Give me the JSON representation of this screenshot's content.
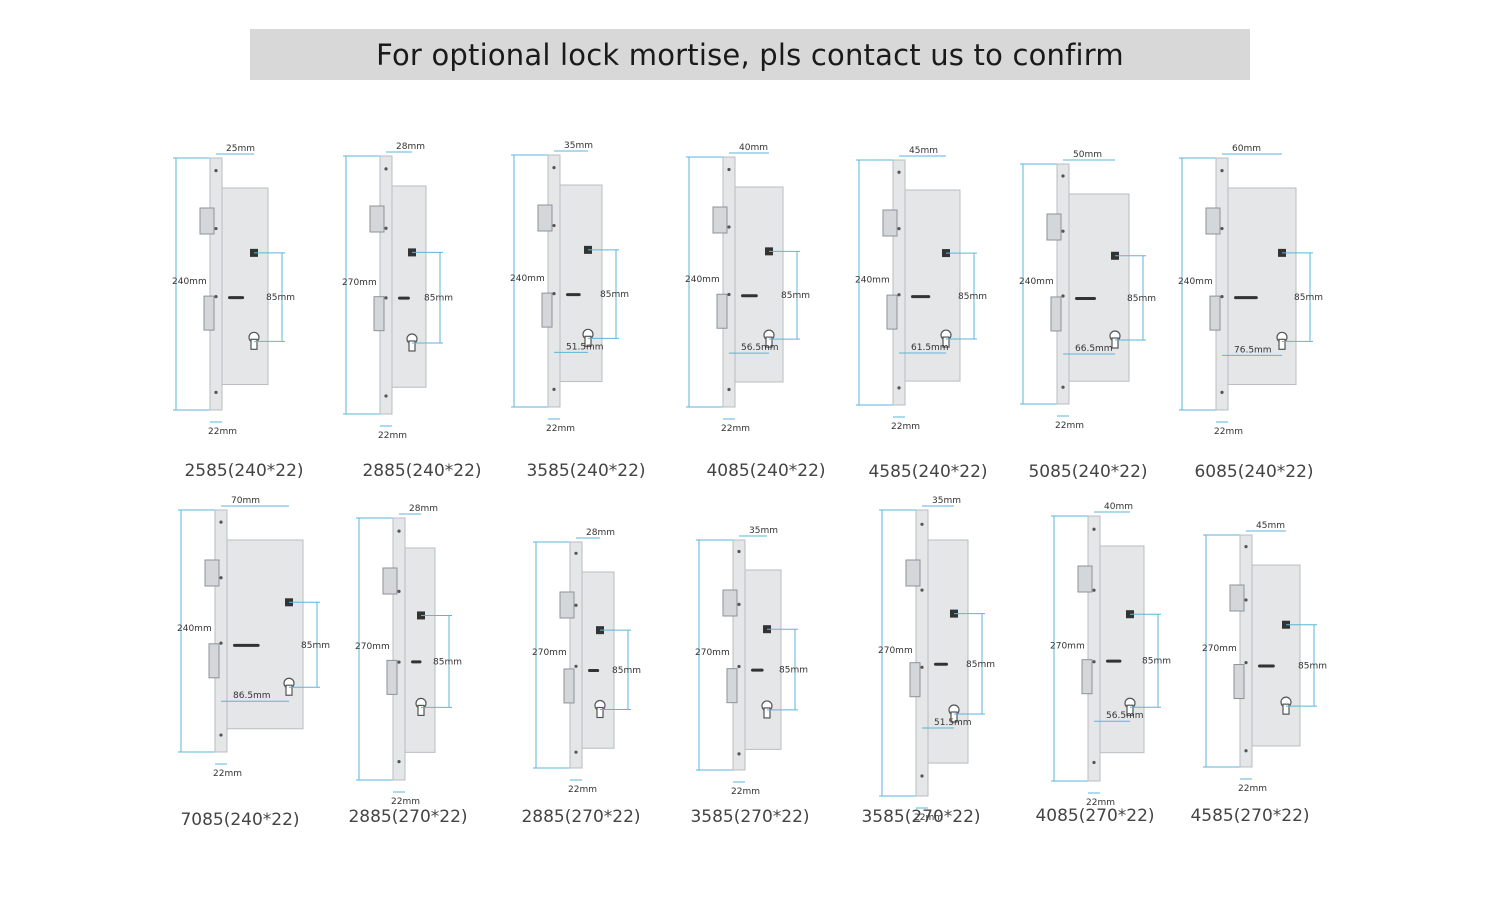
{
  "header": {
    "title": "For optional lock mortise, pls contact us to confirm"
  },
  "colors": {
    "banner_bg": "#d8d8d8",
    "steel_light": "#e4e6e8",
    "steel_dark": "#b9bdc1",
    "dimension_line": "#5bb6d8",
    "dimension_text": "#333333",
    "caption_text": "#444444"
  },
  "locks": [
    {
      "model": "2585(240*22)",
      "backset": "25mm",
      "height": "240mm",
      "center": "85mm",
      "faceplate": "22mm",
      "bottom": ""
    },
    {
      "model": "2885(240*22)",
      "backset": "28mm",
      "height": "270mm",
      "center": "85mm",
      "faceplate": "22mm",
      "bottom": ""
    },
    {
      "model": "3585(240*22)",
      "backset": "35mm",
      "height": "240mm",
      "center": "85mm",
      "faceplate": "22mm",
      "bottom": "51.5mm"
    },
    {
      "model": "4085(240*22)",
      "backset": "40mm",
      "height": "240mm",
      "center": "85mm",
      "faceplate": "22mm",
      "bottom": "56.5mm"
    },
    {
      "model": "4585(240*22)",
      "backset": "45mm",
      "height": "240mm",
      "center": "85mm",
      "faceplate": "22mm",
      "bottom": "61.5mm"
    },
    {
      "model": "5085(240*22)",
      "backset": "50mm",
      "height": "240mm",
      "center": "85mm",
      "faceplate": "22mm",
      "bottom": "66.5mm"
    },
    {
      "model": "6085(240*22)",
      "backset": "60mm",
      "height": "240mm",
      "center": "85mm",
      "faceplate": "22mm",
      "bottom": "76.5mm"
    },
    {
      "model": "7085(240*22)",
      "backset": "70mm",
      "height": "240mm",
      "center": "85mm",
      "faceplate": "22mm",
      "bottom": "86.5mm"
    },
    {
      "model": "2885(270*22)",
      "backset": "28mm",
      "height": "270mm",
      "center": "85mm",
      "faceplate": "22mm",
      "bottom": ""
    },
    {
      "model": "2885(270*22)",
      "backset": "28mm",
      "height": "270mm",
      "center": "85mm",
      "faceplate": "22mm",
      "bottom": ""
    },
    {
      "model": "3585(270*22)",
      "backset": "35mm",
      "height": "270mm",
      "center": "85mm",
      "faceplate": "22mm",
      "bottom": ""
    },
    {
      "model": "3585(270*22)",
      "backset": "35mm",
      "height": "270mm",
      "center": "85mm",
      "faceplate": "22mm",
      "bottom": "51.5mm"
    },
    {
      "model": "4085(270*22)",
      "backset": "40mm",
      "height": "270mm",
      "center": "85mm",
      "faceplate": "22mm",
      "bottom": "56.5mm"
    },
    {
      "model": "4585(270*22)",
      "backset": "45mm",
      "height": "270mm",
      "center": "85mm",
      "faceplate": "22mm",
      "bottom": ""
    }
  ]
}
